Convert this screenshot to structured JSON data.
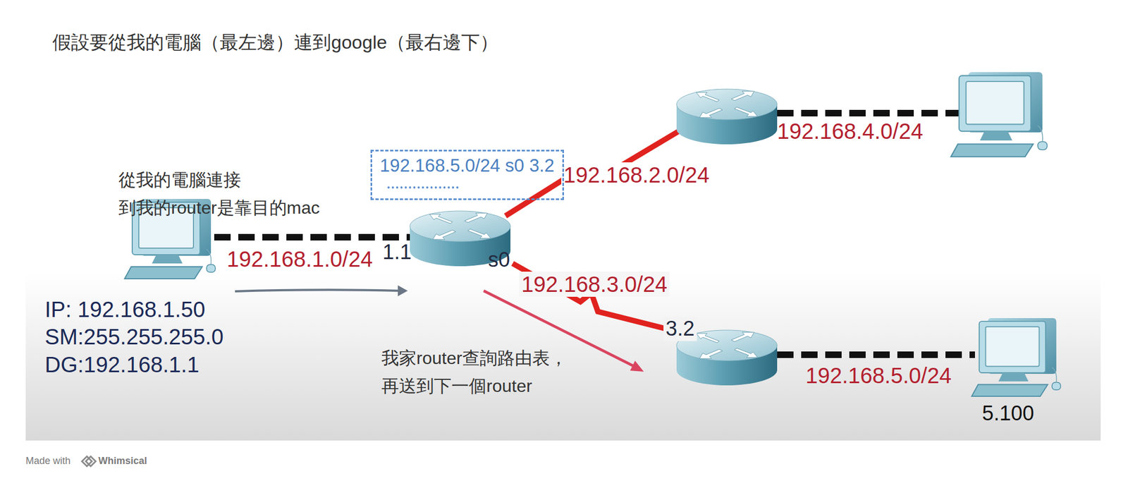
{
  "diagram": {
    "title": "假設要從我的電腦（最左邊）連到google（最右邊下）",
    "nodes": [
      {
        "text": [
          "192.168.5.0/24 s0 3.2"
        ]
      }
    ],
    "labels": [
      "從我的電腦連接 到我的router是靠目的mac",
      "192.168.1.0/24",
      "1.1",
      "s0",
      "192.168.2.0/24",
      "192.168.3.0/24",
      "3.2",
      "192.168.4.0/24",
      "192.168.5.0/24",
      "5.100",
      "IP: 192.168.1.50",
      "SM:255.255.255.0",
      "DG:192.168.1.1",
      "我家router查詢路由表， 再送到下一個router",
      "Made with",
      "Whimsical"
    ]
  }
}
